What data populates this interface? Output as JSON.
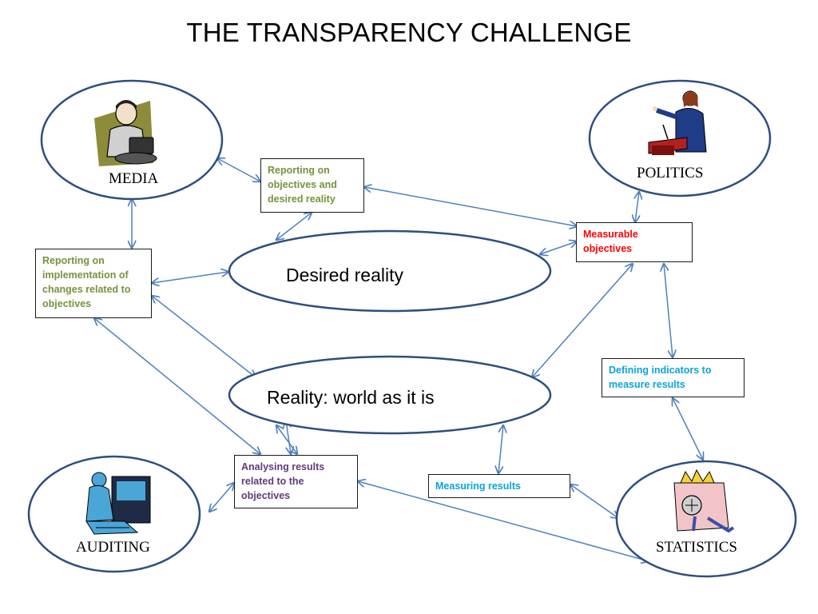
{
  "title": "THE TRANSPARENCY CHALLENGE",
  "colors": {
    "ellipse_stroke": "#2e4e7e",
    "arrow": "#4f81bd",
    "green_text": "#76923c",
    "red_text": "#ff0000",
    "cyan_text": "#0ba4d8",
    "purple_text": "#5f3b7a"
  },
  "nodes": {
    "media": {
      "label": "MEDIA",
      "icon": "journalist-typewriter-icon"
    },
    "politics": {
      "label": "POLITICS",
      "icon": "speaker-podium-icon"
    },
    "auditing": {
      "label": "AUDITING",
      "icon": "auditor-computer-icon"
    },
    "statistics": {
      "label": "STATISTICS",
      "icon": "data-machine-icon"
    }
  },
  "center": {
    "desired": "Desired reality",
    "reality": "Reality: world as it is"
  },
  "boxes": {
    "reporting_objectives": "Reporting on objectives and desired reality",
    "reporting_implementation": "Reporting on implementation of changes related to objectives",
    "measurable_objectives": "Measurable objectives",
    "defining_indicators": "Defining indicators to measure results",
    "analysing_results": "Analysing results related to the objectives",
    "measuring_results": "Measuring results"
  }
}
